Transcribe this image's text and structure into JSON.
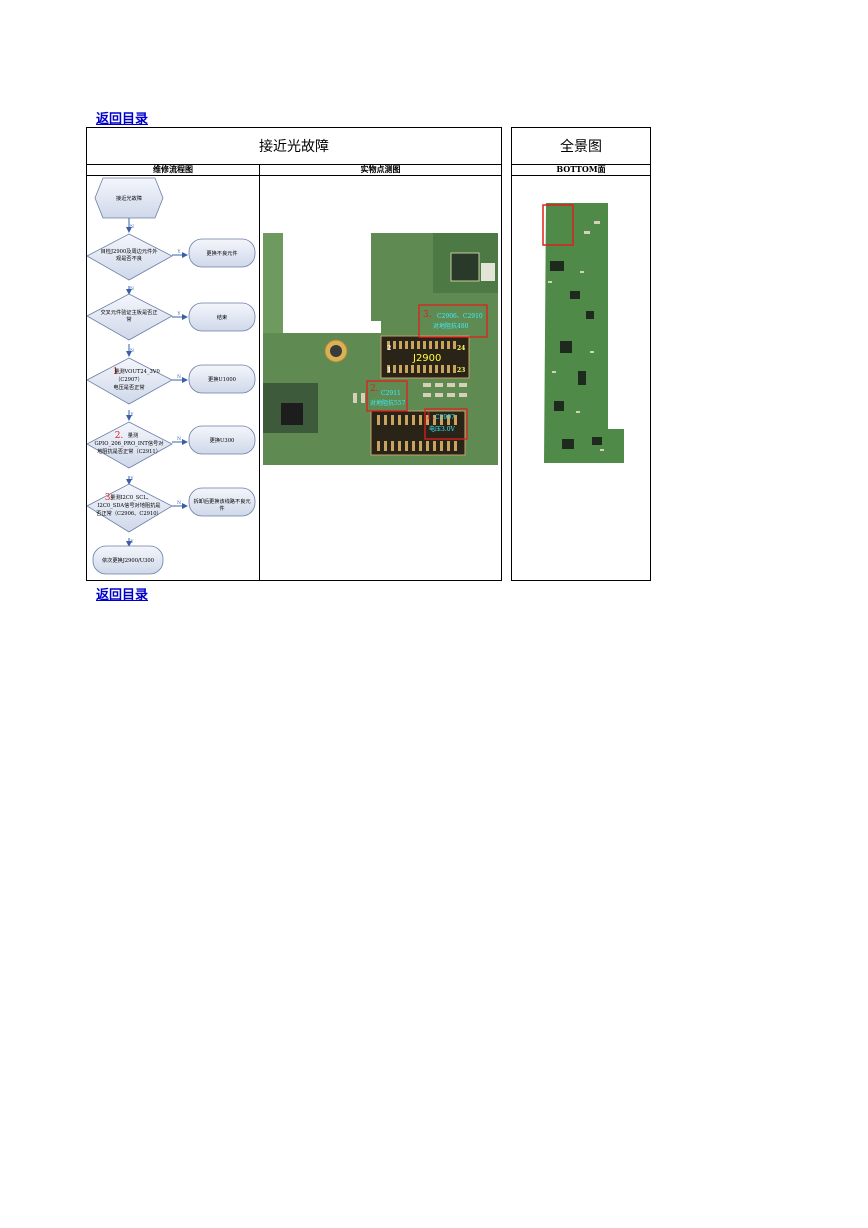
{
  "links": {
    "back_top": "返回目录",
    "back_bottom": "返回目录"
  },
  "main": {
    "title": "接近光故障",
    "col_flow": "维修流程图",
    "col_photo": "实物点测图"
  },
  "side": {
    "title": "全景图",
    "subtitle": "BOTTOM面"
  },
  "flow": {
    "start": "接近光故障",
    "d1": [
      "目检J2900及周边元件外",
      "观是否不良"
    ],
    "r1": "更换不良元件",
    "d2": [
      "交叉元件验证主板是否正",
      "常"
    ],
    "r2": "结束",
    "d3_num": "1.",
    "d3": [
      "量测VOUT24_3V0",
      "（C2907）",
      "电压是否正常"
    ],
    "r3": "更换U1000",
    "d4_num": "2.",
    "d4": [
      "量测",
      "GPIO_206_PRO_INT信号对",
      "地阻抗是否正常（C2911）"
    ],
    "r4": "更换U300",
    "d5_num": "3.",
    "d5": [
      "量测I2C0_SCL、",
      "I2C0_SDA信号对地阻抗是",
      "否正常（C2906、C2910）"
    ],
    "r5": [
      "拆卸后更换该线路不良元",
      "件"
    ],
    "end": "依次更换J2900/U300",
    "n_label": "N",
    "y_label": "Y"
  },
  "photo": {
    "connector": "J2900",
    "pin2": "2",
    "pin24": "24",
    "pin1": "1",
    "pin23": "23",
    "a3_num": "3.",
    "a3": [
      "C2906、C2910",
      "对地阻抗480"
    ],
    "a2_num": "2.",
    "a2": [
      "C2911",
      "对地阻抗557"
    ],
    "a1_num": "1.",
    "a1": [
      "C2907",
      "电压3.0V"
    ]
  }
}
